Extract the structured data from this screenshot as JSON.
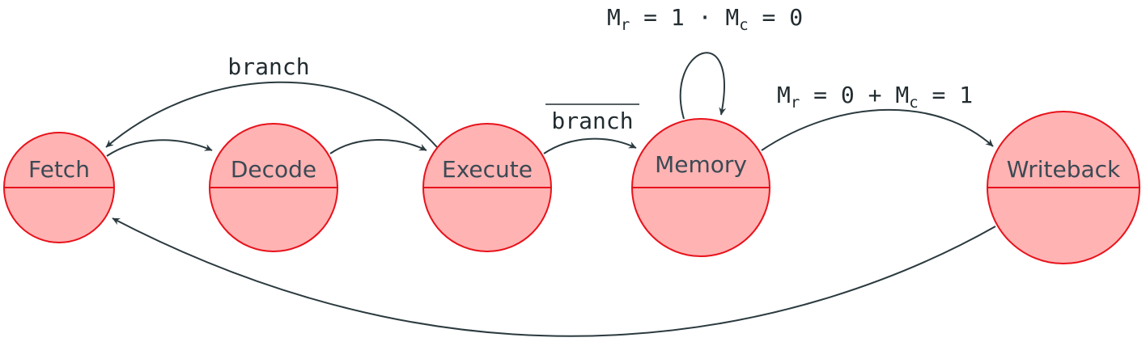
{
  "states": [
    {
      "id": "fetch",
      "label": "Fetch"
    },
    {
      "id": "decode",
      "label": "Decode"
    },
    {
      "id": "execute",
      "label": "Execute"
    },
    {
      "id": "memory",
      "label": "Memory"
    },
    {
      "id": "writeback",
      "label": "Writeback"
    }
  ],
  "edges": {
    "execute_to_fetch": {
      "label": "branch"
    },
    "execute_to_memory": {
      "label": "branch",
      "negated": true
    },
    "memory_loop": {
      "m1": "M",
      "sub1": "r",
      "mid": " = 1 · ",
      "m2": "M",
      "sub2": "c",
      "end": " = 0"
    },
    "memory_to_writeback": {
      "m1": "M",
      "sub1": "r",
      "mid": " = 0 + ",
      "m2": "M",
      "sub2": "c",
      "end": " = 1"
    }
  },
  "colors": {
    "state_fill": "#ffb3b3",
    "state_stroke": "#e8121b",
    "edge": "#2b3a3f",
    "text": "#3b4a54"
  }
}
